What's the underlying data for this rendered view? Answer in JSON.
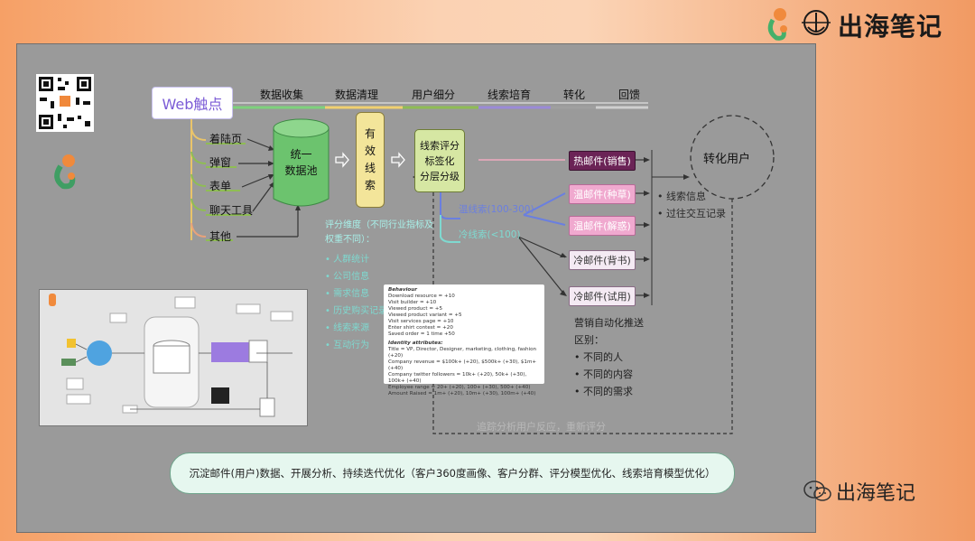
{
  "brand": {
    "title": "出海笔记",
    "watermark": "出海笔记"
  },
  "stages": [
    "数据收集",
    "数据清理",
    "用户细分",
    "线索培育",
    "转化",
    "回馈"
  ],
  "touchpoint": "Web触点",
  "sources": [
    "着陆页",
    "弹窗",
    "表单",
    "聊天工具",
    "其他"
  ],
  "pool": [
    "统一",
    "数据池"
  ],
  "valid_leads": [
    "有",
    "效",
    "线",
    "索"
  ],
  "scoring": [
    "线索评分",
    "标签化",
    "分层分级"
  ],
  "tiers": {
    "warm": "温线索(100-300)",
    "cold": "冷线索(<100)"
  },
  "emails": [
    "热邮件(销售)",
    "温邮件(种草)",
    "温邮件(解惑)",
    "冷邮件(背书)",
    "冷邮件(试用)"
  ],
  "conversion": {
    "label": "转化用户",
    "notes": [
      "线索信息",
      "过往交互记录"
    ]
  },
  "automation": {
    "title": "营销自动化推送",
    "subtitle": "区别：",
    "items": [
      "不同的人",
      "不同的内容",
      "不同的需求"
    ]
  },
  "dimensions": {
    "title": "评分维度（不同行业指标及权重不同）：",
    "items": [
      "人群统计",
      "公司信息",
      "需求信息",
      "历史购买记录",
      "线索来源",
      "互动行为"
    ]
  },
  "note": {
    "behaviour_title": "Behaviour",
    "behaviour": [
      "Download resource = +10",
      "Visit builder = +10",
      "Viewed product = +5",
      "Viewed product variant = +5",
      "Visit services page = +10",
      "Enter shirt contest = +20",
      "Saved order = 1 time +50"
    ],
    "identity_title": "Identity attributes:",
    "identity": [
      "Title = VP, Director, Designer, marketing, clothing, fashion (+20)",
      "Company revenue = $100k+ (+20), $500k+ (+30), $1m+ (+40)",
      "Company twitter followers = 10k+ (+20), 50k+ (+30), 100k+ (+40)",
      "Employee range = 20+ (+20), 100+ (+30), 500+ (+40)",
      "Amount Raised = 1m+ (+20), 10m+ (+30), 100m+ (+40)"
    ]
  },
  "feedback_loop": "追踪分析用户反应，重新评分",
  "bottom": "沉淀邮件(用户)数据、开展分析、持续迭代优化（客户360度画像、客户分群、评分模型优化、线索培育模型优化）",
  "colors": {
    "hot_mail": "#6b2356",
    "warm_mail": "#f0a9cf",
    "cold_mail": "#f4eaf3",
    "pool_green": "#67c46c",
    "accent_orange": "#f4a064"
  }
}
